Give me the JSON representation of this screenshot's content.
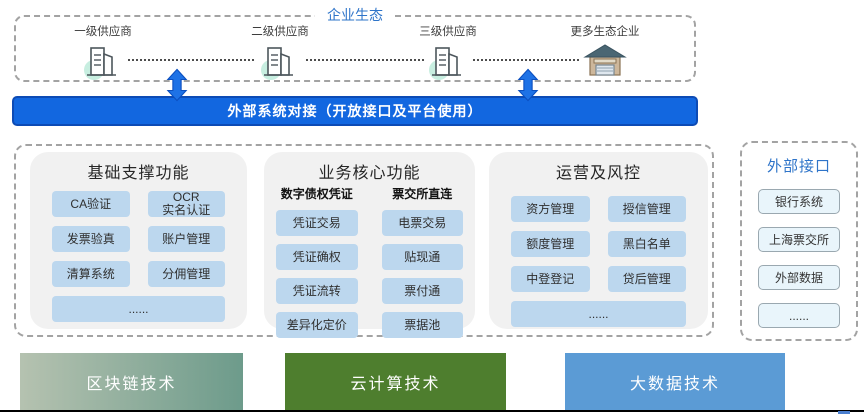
{
  "ecosystem": {
    "title": "企业生态",
    "nodes": [
      {
        "label": "一级供应商",
        "icon": "building-icon"
      },
      {
        "label": "二级供应商",
        "icon": "building-icon"
      },
      {
        "label": "三级供应商",
        "icon": "building-icon"
      },
      {
        "label": "更多生态企业",
        "icon": "warehouse-icon"
      }
    ]
  },
  "banner": {
    "label": "外部系统对接（开放接口及平台使用）",
    "color": "#1267e0"
  },
  "function_area": {
    "panels": [
      {
        "title": "基础支撑功能",
        "items": [
          "CA验证",
          "OCR\n实名认证",
          "发票验真",
          "账户管理",
          "清算系统",
          "分佣管理",
          "......"
        ]
      },
      {
        "title": "业务核心功能",
        "subcolumns": [
          {
            "header": "数字债权凭证",
            "items": [
              "凭证交易",
              "凭证确权",
              "凭证流转",
              "差异化定价"
            ]
          },
          {
            "header": "票交所直连",
            "items": [
              "电票交易",
              "贴现通",
              "票付通",
              "票据池"
            ]
          }
        ]
      },
      {
        "title": "运营及风控",
        "items": [
          "资方管理",
          "授信管理",
          "额度管理",
          "黑白名单",
          "中登登记",
          "贷后管理",
          "......"
        ]
      }
    ]
  },
  "external": {
    "title": "外部接口",
    "items": [
      "银行系统",
      "上海票交所",
      "外部数据",
      "......"
    ]
  },
  "tech_bars": [
    {
      "label": "区块链技术",
      "color_start": "#b5c2b0",
      "color_end": "#6d9b8b"
    },
    {
      "label": "云计算技术",
      "color": "#4e7e2e"
    },
    {
      "label": "大数据技术",
      "color": "#5b9bd5"
    }
  ],
  "colors": {
    "banner_blue": "#1267e0",
    "arrow_blue": "#1e72e6",
    "chip_blue": "#bcd7ee",
    "panel_gray": "#f1f1f1",
    "title_blue": "#2e74c9"
  }
}
